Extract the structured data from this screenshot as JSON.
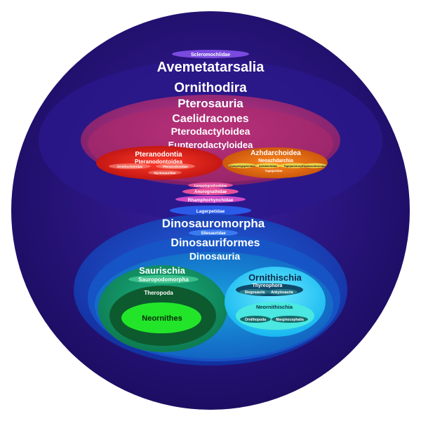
{
  "clades": {
    "scleromochlidae": "Scleromochlidae",
    "avemetatarsalia": "Avemetatarsalia",
    "ornithodira": "Ornithodira",
    "pterosauria": "Pterosauria",
    "caelidracones": "Caelidracones",
    "pterodactyloidea": "Pterodactyloidea",
    "eupterodactyloidea": "Eupterodactyloidea",
    "pteranodontia": "Pteranodontia",
    "pteranodontoidea": "Pteranodontoidea",
    "ornithocheiridae": "Ornithocheiridae",
    "pteranodontidae": "Pteranodontidae",
    "nyctosauridae": "Nyctosauridae",
    "azhdarchoidea": "Azhdarchoidea",
    "neoazhdarchia": "Neoazhdarchia",
    "chaoyangopteridae": "Chaoyangopteridae",
    "azhdarchidae": "Azhdarchidae",
    "tapejaromorpha": "Tapejaromorpha",
    "thalassodromidae": "Thalassodromidae",
    "tapejaridae": "Tapejaridae",
    "campylognathoididae": "Campylognathoididae",
    "anurognathidae": "Anurognathidae",
    "rhamphorhynchidae": "Rhamphorhynchidae",
    "lagerpetidae": "Lagerpetidae",
    "dinosauromorpha": "Dinosauromorpha",
    "silesauridae": "Silesauridae",
    "dinosauriformes": "Dinosauriformes",
    "dinosauria": "Dinosauria",
    "saurischia": "Saurischia",
    "sauropodomorpha": "Sauropodomorpha",
    "theropoda": "Theropoda",
    "neornithes": "Neornithes",
    "ornithischia": "Ornithischia",
    "thyreophora": "Thyreophora",
    "stegosauria": "Stegosauria",
    "ankylosauria": "Ankylosauria",
    "neornithischia": "Neornithischia",
    "ornithopoda": "Ornithopoda",
    "marginocephalia": "Marginocephalia"
  },
  "colors": {
    "outer": "#1e0f6e",
    "inner": "#2e1a8a",
    "pterosauria": "#9a1a6a",
    "pteranodontia": "#e0201a",
    "azhdarchoidea": "#e06a10",
    "dinosauromorpha": "#1438b8",
    "saurischia": "#139a6a",
    "neornithes": "#22e52a",
    "ornithischia": "#2ad0ff"
  }
}
